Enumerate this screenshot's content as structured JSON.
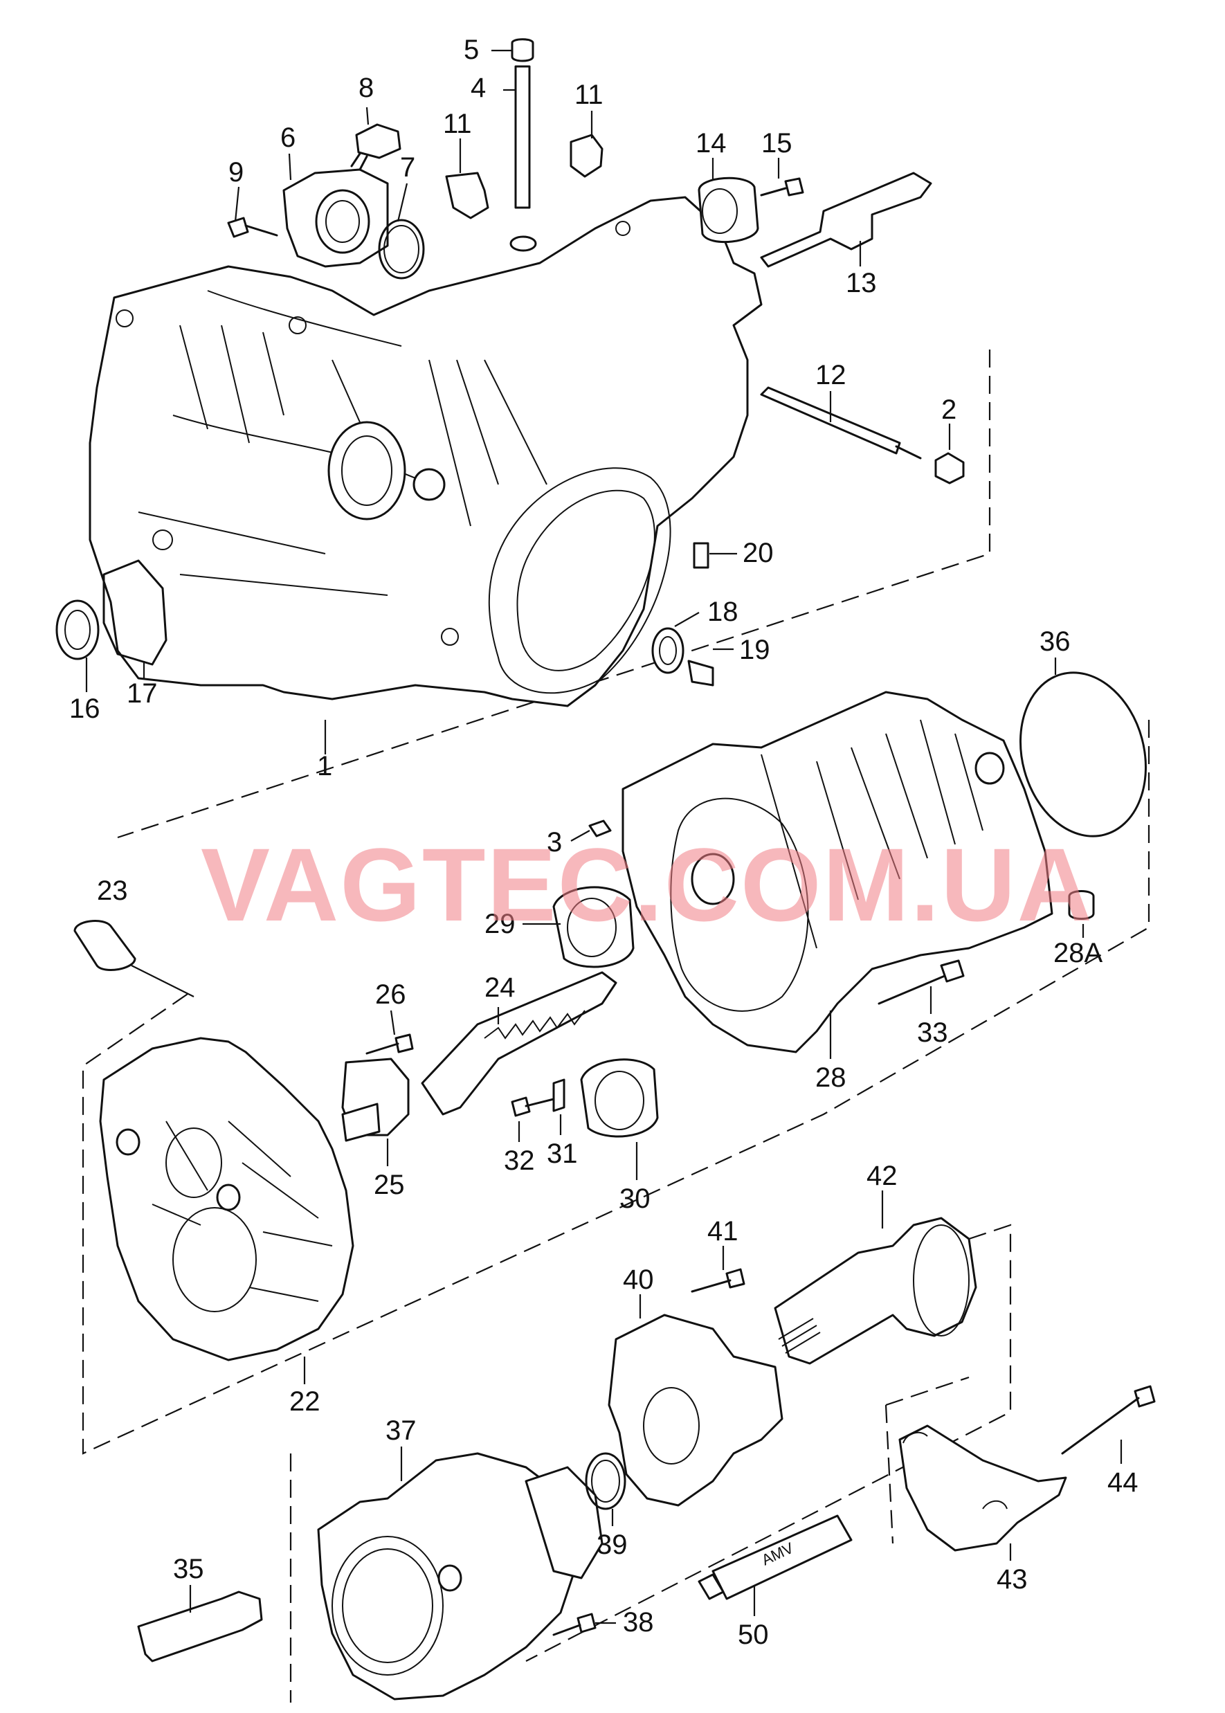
{
  "watermark": "VAGTEC.COM.UA",
  "tube_label": "AMV",
  "callouts": {
    "c1": "1",
    "c2": "2",
    "c3": "3",
    "c4": "4",
    "c5": "5",
    "c6": "6",
    "c7": "7",
    "c8": "8",
    "c9": "9",
    "c11a": "11",
    "c11b": "11",
    "c12": "12",
    "c13": "13",
    "c14": "14",
    "c15": "15",
    "c16": "16",
    "c17": "17",
    "c18": "18",
    "c19": "19",
    "c20": "20",
    "c22": "22",
    "c23": "23",
    "c24": "24",
    "c25": "25",
    "c26": "26",
    "c28": "28",
    "c28a": "28A",
    "c29": "29",
    "c30": "30",
    "c31": "31",
    "c32": "32",
    "c33": "33",
    "c35": "35",
    "c36": "36",
    "c37": "37",
    "c38": "38",
    "c39": "39",
    "c40": "40",
    "c41": "41",
    "c42": "42",
    "c43": "43",
    "c44": "44",
    "c50": "50"
  }
}
